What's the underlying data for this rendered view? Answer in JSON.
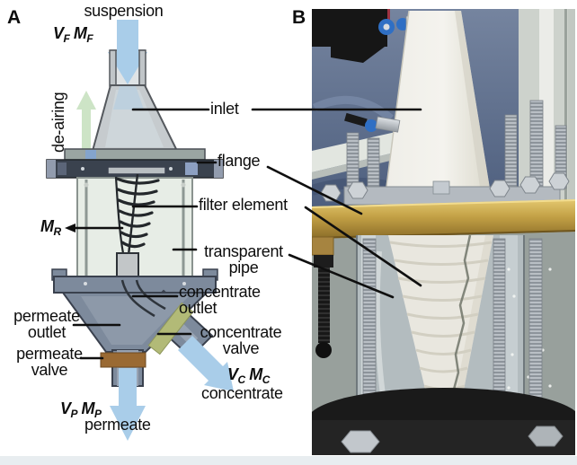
{
  "figure": {
    "panels": {
      "a": "A",
      "b": "B"
    }
  },
  "panel_a": {
    "flows": {
      "suspension": "suspension",
      "de_airing": "de-airing",
      "permeate": "permeate",
      "concentrate": "concentrate"
    },
    "variables": {
      "feed_v": "V",
      "feed_v_sub": "F",
      "feed_m": "M",
      "feed_m_sub": "F",
      "retentate_m": "M",
      "retentate_m_sub": "R",
      "permeate_v": "V",
      "permeate_v_sub": "P",
      "permeate_m": "M",
      "permeate_m_sub": "P",
      "concentrate_v": "V",
      "concentrate_v_sub": "C",
      "concentrate_m": "M",
      "concentrate_m_sub": "C"
    },
    "callouts": {
      "inlet": "inlet",
      "flange": "flange",
      "filter_element": "filter element",
      "transparent_pipe_l1": "transparent",
      "transparent_pipe_l2": "pipe",
      "concentrate_outlet_l1": "concentrate",
      "concentrate_outlet_l2": "outlet",
      "permeate_outlet_l1": "permeate",
      "permeate_outlet_l2": "outlet",
      "permeate_valve_l1": "permeate",
      "permeate_valve_l2": "valve",
      "concentrate_valve_l1": "concentrate",
      "concentrate_valve_l2": "valve"
    }
  },
  "colors": {
    "flow_arrow_blue": "#a9cde9",
    "de_airing_green": "#cde4c6",
    "permeate_valve_brown": "#9a6a33",
    "concentrate_valve_olive": "#b2ba77",
    "device_body_gray": "#7d8a9c",
    "flange_dark": "#3a424e",
    "brass_flange": "#c2a045"
  }
}
